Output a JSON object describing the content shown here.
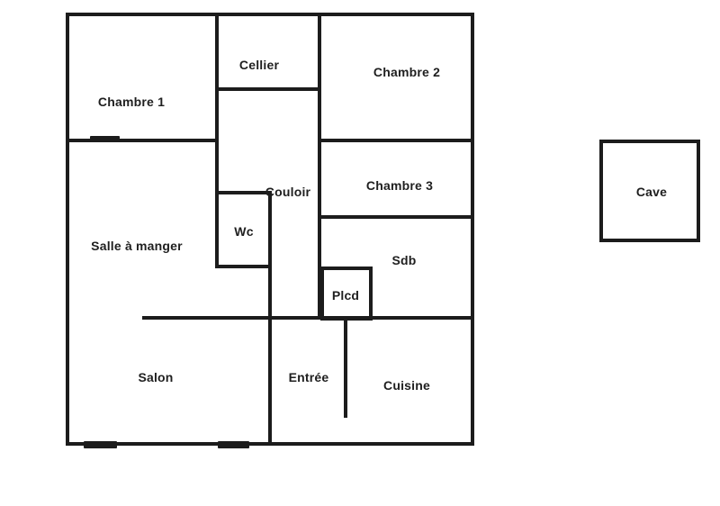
{
  "plan": {
    "background": "#ffffff",
    "wall_color": "#1c1c1c",
    "rooms": [
      {
        "id": "chambre-1",
        "label": "Chambre 1"
      },
      {
        "id": "cellier",
        "label": "Cellier"
      },
      {
        "id": "chambre-2",
        "label": "Chambre 2"
      },
      {
        "id": "chambre-3",
        "label": "Chambre 3"
      },
      {
        "id": "couloir",
        "label": "Couloir"
      },
      {
        "id": "wc",
        "label": "Wc"
      },
      {
        "id": "salle-a-manger",
        "label": "Salle à manger"
      },
      {
        "id": "sdb",
        "label": "Sdb"
      },
      {
        "id": "plcd",
        "label": "Plcd"
      },
      {
        "id": "salon",
        "label": "Salon"
      },
      {
        "id": "entree",
        "label": "Entrée"
      },
      {
        "id": "cuisine",
        "label": "Cuisine"
      },
      {
        "id": "cave",
        "label": "Cave"
      }
    ]
  }
}
